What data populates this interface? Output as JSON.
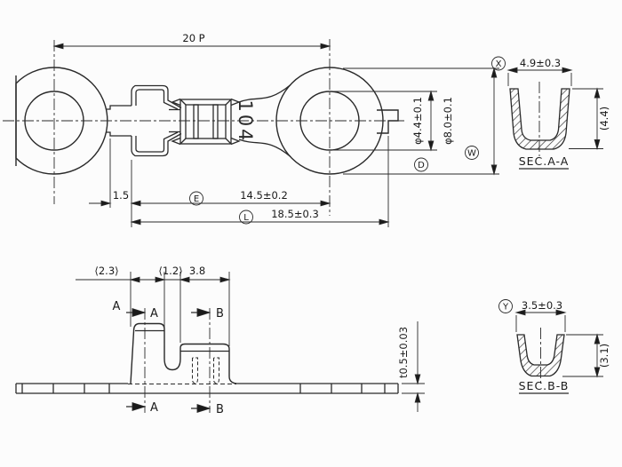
{
  "top": {
    "pitch": "20 P",
    "notch": "1.5",
    "e_letter": "E",
    "e_val": "14.5±0.2",
    "l_letter": "L",
    "l_val": "18.5±0.3",
    "d_letter": "D",
    "d_val": "φ4.4±0.1",
    "w_letter": "W",
    "w_val": "φ8.0±0.1",
    "marking": "104"
  },
  "side": {
    "ins_width": "⟨2.3⟩",
    "gap_width": "⟨1.2⟩",
    "wire_width": "3.8",
    "thickness": "t0.5±0.03",
    "a": "A",
    "b": "B"
  },
  "aa": {
    "label": "SEC.A-A",
    "letter": "X",
    "width": "4.9±0.3",
    "height": "(4.4)"
  },
  "bb": {
    "label": "SEC.B-B",
    "letter": "Y",
    "width": "3.5±0.3",
    "height": "(3.1)"
  }
}
